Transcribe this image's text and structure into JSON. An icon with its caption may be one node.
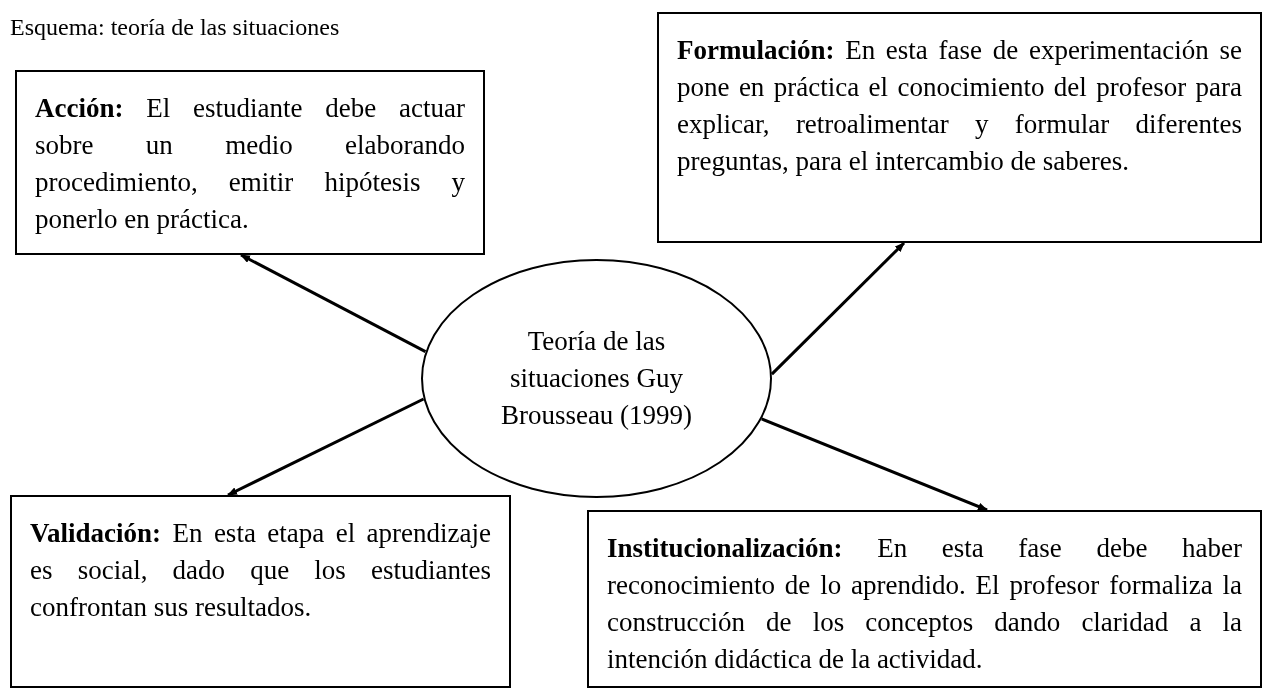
{
  "diagram": {
    "title": "Esquema: teoría de las situaciones",
    "nodes": [
      {
        "text": [
          "Teoría de las situaciones Guy Brousseau (1999)"
        ]
      },
      {
        "text": [
          "**Acción:** El estudiante debe actuar sobre un medio elaborando procedimiento, emitir hipótesis y ponerlo en práctica."
        ]
      },
      {
        "text": [
          "**Formulación:** En esta fase de experimentación se pone en práctica el conocimiento del profesor para explicar, retroalimentar y formular diferentes preguntas, para el intercambio de saberes."
        ]
      },
      {
        "text": [
          "**Validación:** En esta etapa el aprendizaje es social, dado que los estudiantes confrontan sus resultados."
        ]
      },
      {
        "text": [
          "**Institucionalización:** En esta fase debe haber reconocimiento de lo aprendido. El profesor formaliza la construcción de los conceptos dando claridad a la intención didáctica de la actividad."
        ]
      }
    ],
    "edges": [
      {
        "from": 0,
        "to": 1,
        "arrow": "to"
      },
      {
        "from": 0,
        "to": 2,
        "arrow": "to"
      },
      {
        "from": 0,
        "to": 3,
        "arrow": "to"
      },
      {
        "from": 0,
        "to": 4,
        "arrow": "to"
      }
    ]
  }
}
